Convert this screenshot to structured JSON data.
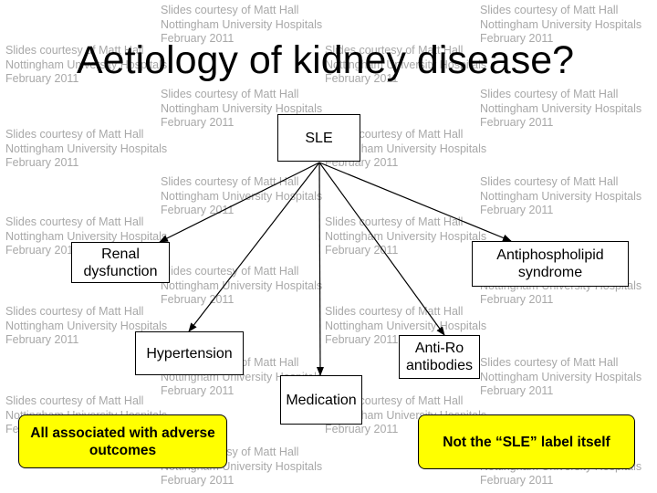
{
  "title": "Aetiology of kidney disease?",
  "watermark": {
    "line1": "Slides courtesy of Matt Hall",
    "line2": "Nottingham University Hospitals",
    "line3": "February 2011"
  },
  "nodes": {
    "sle": "SLE",
    "renal": "Renal dysfunction",
    "antiphospholipid": "Antiphospholipid syndrome",
    "hypertension": "Hypertension",
    "anti_ro": "Anti-Ro antibodies",
    "medication": "Medication"
  },
  "notes": {
    "adverse": "All associated with adverse outcomes",
    "not_label": "Not the “SLE” label itself"
  }
}
